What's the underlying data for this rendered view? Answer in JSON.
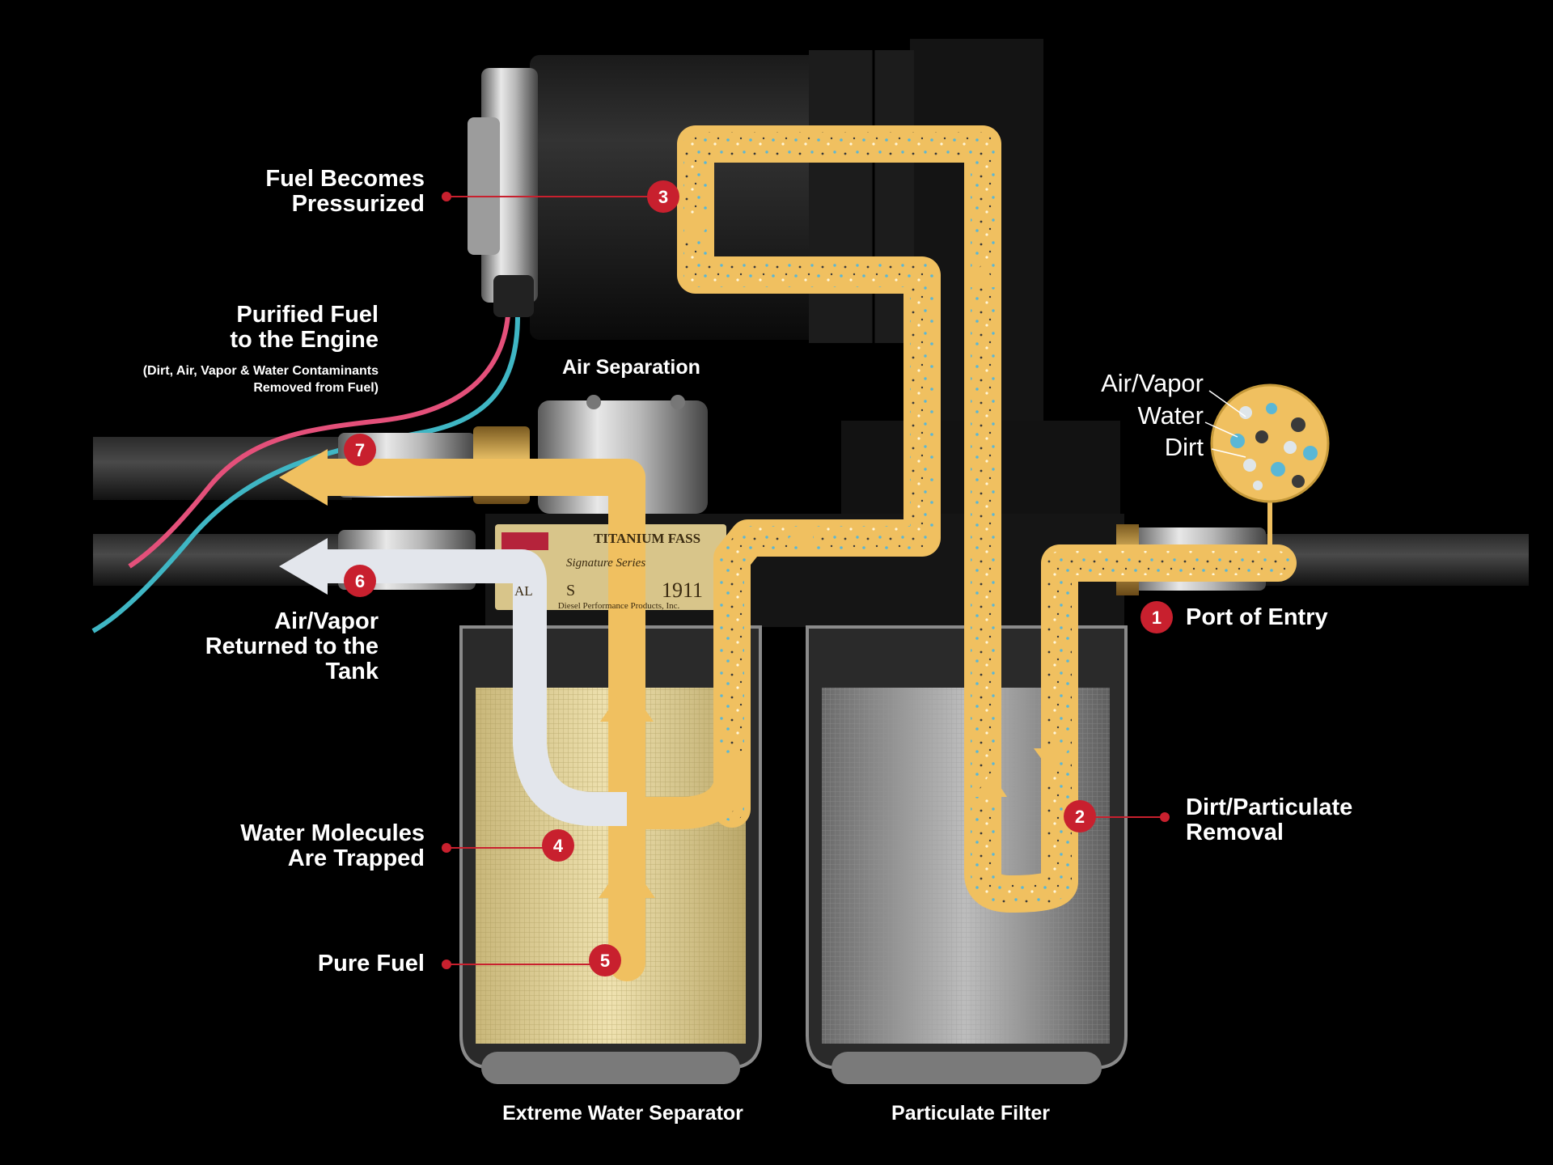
{
  "diagram": {
    "steps": [
      {
        "num": "1",
        "label": "Port of Entry"
      },
      {
        "num": "2",
        "label": "Dirt/Particulate Removal"
      },
      {
        "num": "3",
        "label": "Fuel Becomes Pressurized"
      },
      {
        "num": "4",
        "label": "Water Molecules Are Trapped"
      },
      {
        "num": "5",
        "label": "Pure Fuel"
      },
      {
        "num": "6",
        "label": "Air/Vapor Returned to the Tank"
      },
      {
        "num": "7",
        "label": "Purified Fuel to the Engine"
      }
    ],
    "labels": {
      "step1": "Port of Entry",
      "step2_line1": "Dirt/Particulate",
      "step2_line2": "Removal",
      "step3_line1": "Fuel Becomes",
      "step3_line2": "Pressurized",
      "step4_line1": "Water Molecules",
      "step4_line2": "Are Trapped",
      "step5": "Pure Fuel",
      "step6_line1": "Air/Vapor",
      "step6_line2": "Returned to the",
      "step6_line3": "Tank",
      "step7_line1": "Purified Fuel",
      "step7_line2": "to the Engine",
      "step7_note_line1": "(Dirt, Air, Vapor & Water Contaminants",
      "step7_note_line2": "Removed from Fuel)",
      "air_separation": "Air Separation",
      "water_separator": "Extreme Water Separator",
      "particulate_filter": "Particulate Filter"
    },
    "legend": {
      "air_vapor": "Air/Vapor",
      "water": "Water",
      "dirt": "Dirt"
    },
    "plate": {
      "line1": "TITANIUM FASS",
      "line2": "Signature Series",
      "line3": "Diesel Performance Products, Inc.",
      "serial_prefix": "S",
      "serial": "1911",
      "al": "AL"
    },
    "colors": {
      "background": "#000000",
      "fuel_flow": "#f0c060",
      "return_flow": "#dfe3ea",
      "marker": "#c8202e",
      "water_dot": "#5ab7d6",
      "dirt_dot": "#3a3a3a",
      "air_dot": "#dfe6ea"
    }
  }
}
